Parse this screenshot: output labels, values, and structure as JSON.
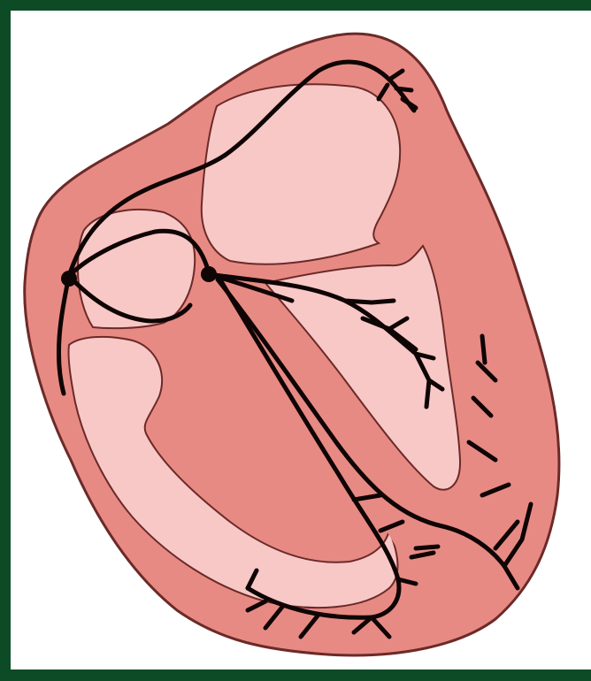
{
  "diagram": {
    "subject": "heart-conduction-system",
    "colors": {
      "frame_background": "#0d4a26",
      "panel_background": "#ffffff",
      "myocardium_fill": "#e88a84",
      "chamber_fill": "#f7c8c6",
      "outline": "#6b2a28",
      "conduction_pathway": "#0f0505"
    },
    "icons": [
      "sinoatrial-node",
      "atrioventricular-node",
      "bundle-of-his",
      "bundle-branches",
      "purkinje-fibers"
    ]
  }
}
